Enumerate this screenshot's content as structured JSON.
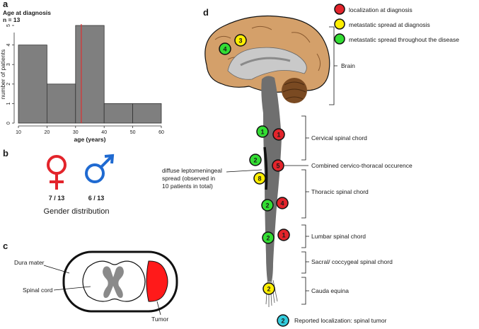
{
  "panels": {
    "a": "a",
    "b": "b",
    "c": "c",
    "d": "d"
  },
  "colors": {
    "bar": "#7f7f7f",
    "median_line": "#e03030",
    "red": "#e3242b",
    "yellow": "#ffee00",
    "green": "#33dd33",
    "cyan": "#33ccdd",
    "female": "#e3242b",
    "male": "#1f6ad1",
    "brain": "#d4a06a",
    "cerebellum": "#7a4a22",
    "spine": "#6f6f6f",
    "tumor": "#ff1a1a"
  },
  "chart_data": {
    "type": "bar",
    "title": "Age at diagnosis",
    "subtitle": "n = 13",
    "xlabel": "age (years)",
    "ylabel": "number of patients",
    "bins": [
      [
        10,
        20
      ],
      [
        20,
        30
      ],
      [
        30,
        40
      ],
      [
        40,
        50
      ],
      [
        50,
        60
      ]
    ],
    "values": [
      4,
      2,
      5,
      1,
      1
    ],
    "xlim": [
      10,
      60
    ],
    "ylim": [
      0,
      5
    ],
    "xticks": [
      "10",
      "20",
      "30",
      "40",
      "50",
      "60"
    ],
    "yticks": [
      "0",
      "1",
      "2",
      "3",
      "4",
      "5"
    ],
    "median_line_x": 32,
    "grid": false
  },
  "gender": {
    "female_count": "7 / 13",
    "male_count": "6 / 13",
    "caption": "Gender distribution",
    "female_icon": "female-symbol-icon",
    "male_icon": "male-symbol-icon"
  },
  "cross_section": {
    "dura_label": "Dura mater",
    "cord_label": "Spinal cord",
    "tumor_label": "Tumor"
  },
  "legend": [
    {
      "color": "red",
      "label": "localization at diagnosis"
    },
    {
      "color": "yellow",
      "label": "metastatic spread at diagnosis"
    },
    {
      "color": "green",
      "label": "metastatic spread throughout the disease"
    }
  ],
  "regions": {
    "brain": "Brain",
    "cervical": "Cervical spinal chord",
    "combined": "Combined cervico-thoracal occurence",
    "thoracic": "Thoracic spinal chord",
    "lumbar": "Lumbar spinal chord",
    "sacral": "Sacral/ coccygeal spinal chord",
    "cauda": "Cauda equina"
  },
  "diffuse_label": [
    "diffuse leptomeningeal",
    "spread (observed in",
    "10 patients in total)"
  ],
  "markers": [
    {
      "color": "yellow",
      "value": "3"
    },
    {
      "color": "green",
      "value": "4"
    },
    {
      "color": "green",
      "value": "1"
    },
    {
      "color": "red",
      "value": "1"
    },
    {
      "color": "green",
      "value": "2"
    },
    {
      "color": "red",
      "value": "5"
    },
    {
      "color": "yellow",
      "value": "8"
    },
    {
      "color": "green",
      "value": "2"
    },
    {
      "color": "red",
      "value": "4"
    },
    {
      "color": "green",
      "value": "2"
    },
    {
      "color": "red",
      "value": "1"
    },
    {
      "color": "yellow",
      "value": "2"
    }
  ],
  "footer": {
    "marker_color": "cyan",
    "marker_value": "2",
    "label": "Reported localization: spinal tumor"
  }
}
